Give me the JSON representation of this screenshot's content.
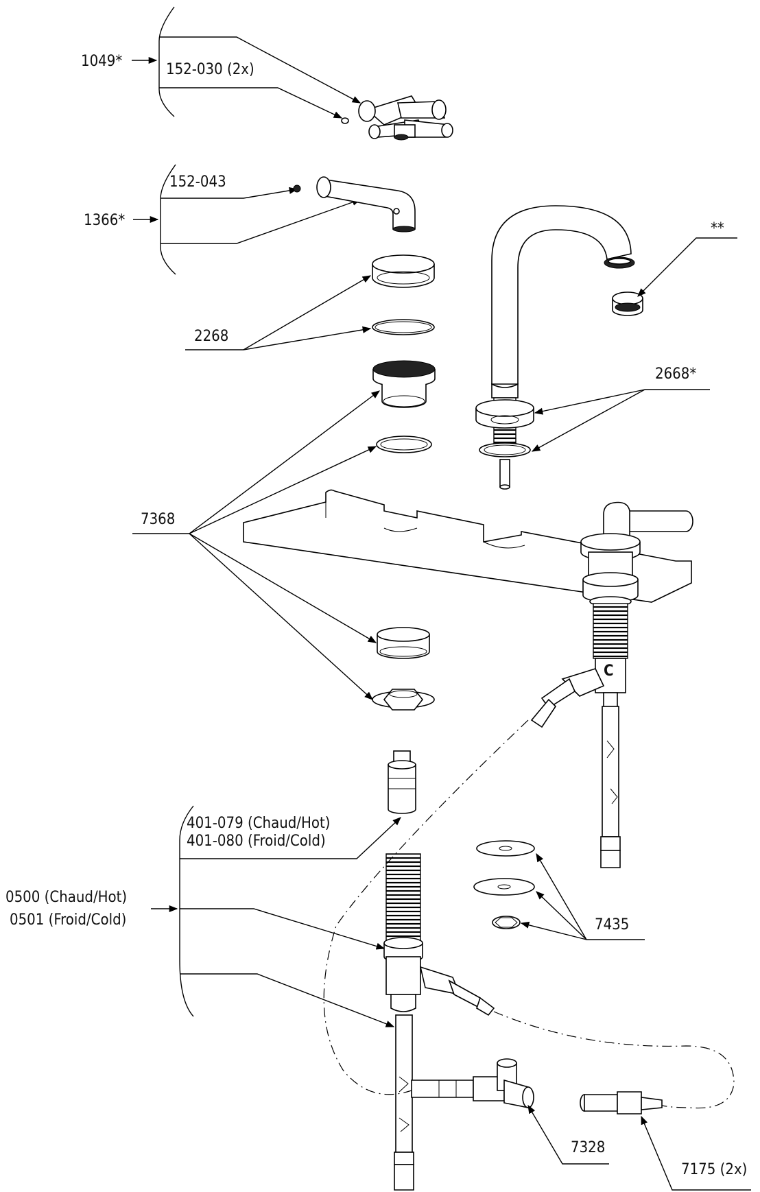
{
  "labels": {
    "kit_1049": "1049*",
    "screw_152_030": "152-030 (2x)",
    "screw_152_043": "152-043",
    "kit_1366": "1366*",
    "double_star": "**",
    "part_2268": "2268",
    "kit_2668": "2668*",
    "part_7368": "7368",
    "cartridge_hot": "401-079 (Chaud/Hot)",
    "cartridge_cold": "401-080 (Froid/Cold)",
    "body_hot": "0500 (Chaud/Hot)",
    "body_cold": "0501 (Froid/Cold)",
    "part_7435": "7435",
    "part_7328": "7328",
    "part_7175": "7175 (2x)"
  },
  "body_markings": {
    "cold_letter": "C"
  }
}
